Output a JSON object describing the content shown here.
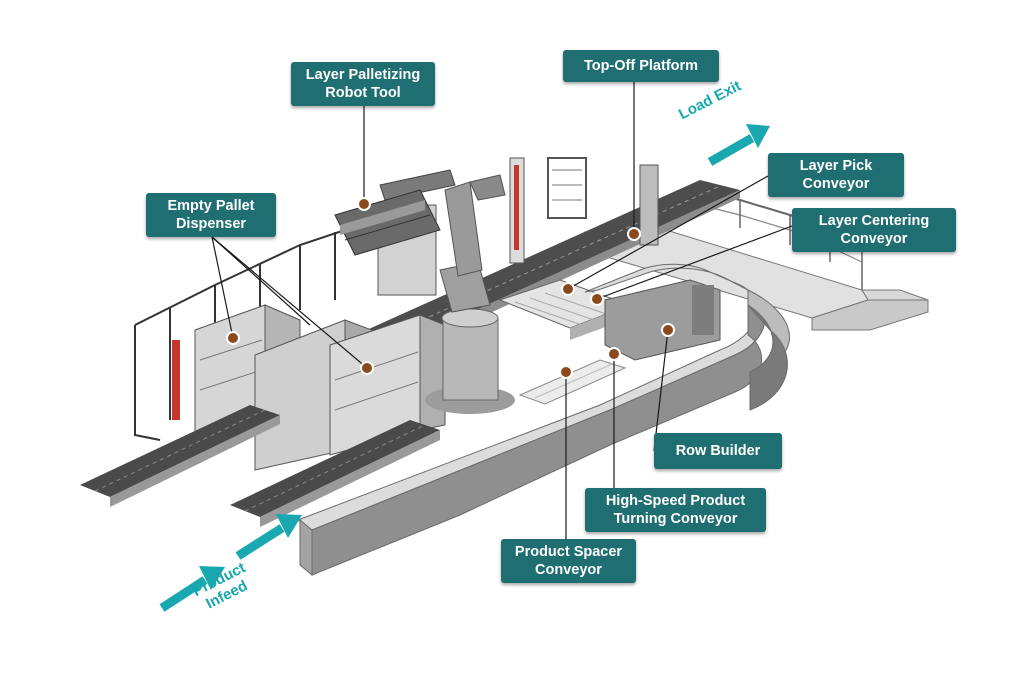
{
  "colors": {
    "callout_bg": "#1f6e72",
    "callout_text": "#ffffff",
    "flow_arrow": "#19a7b0",
    "marker_dot": "#8a4a1c",
    "marker_ring": "#ffffff",
    "leader_line": "#1a1a1a",
    "machine_light": "#dcdcdc",
    "machine_mid": "#a8a8a8",
    "machine_dark": "#4a4a4a",
    "safety_red": "#c0392b"
  },
  "callouts": {
    "robot_tool": [
      "Layer Palletizing",
      "Robot Tool"
    ],
    "top_off": [
      "Top-Off Platform"
    ],
    "pallet_dispenser": [
      "Empty Pallet",
      "Dispenser"
    ],
    "layer_pick": [
      "Layer Pick",
      "Conveyor"
    ],
    "layer_centering": [
      "Layer Centering",
      "Conveyor"
    ],
    "row_builder": [
      "Row Builder"
    ],
    "turning_conveyor": [
      "High-Speed Product",
      "Turning Conveyor"
    ],
    "spacer_conveyor": [
      "Product Spacer",
      "Conveyor"
    ]
  },
  "flow": {
    "load_exit": "Load Exit",
    "product_infeed": [
      "Product",
      "Infeed"
    ]
  },
  "icons": {
    "marker": "marker-dot-icon",
    "arrow": "flow-arrow-icon"
  }
}
